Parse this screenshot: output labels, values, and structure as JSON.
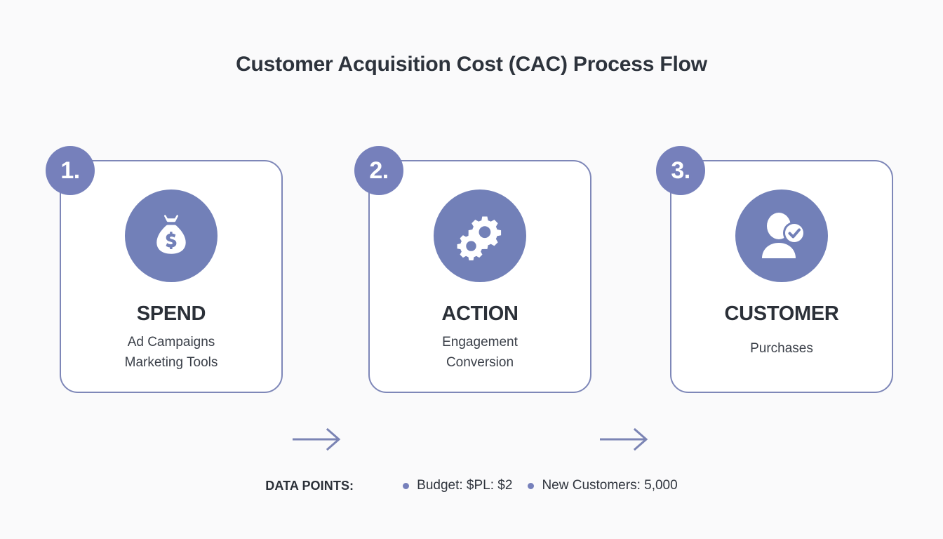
{
  "page": {
    "title": "Customer Acquisition Cost (CAC) Process Flow",
    "background_color": "#fafafb",
    "accent_color": "#7280b8",
    "badge_color": "#7680bb",
    "border_color": "#7e87b8",
    "text_color": "#2b3038"
  },
  "steps": [
    {
      "badge": "1.",
      "icon": "money-bag-icon",
      "title": "SPEND",
      "sub_line1": "Ad Campaigns",
      "sub_line2": "Marketing Tools"
    },
    {
      "badge": "2.",
      "icon": "gears-icon",
      "title": "ACTION",
      "sub_line1": "Engagement",
      "sub_line2": "Conversion"
    },
    {
      "badge": "3.",
      "icon": "user-check-icon",
      "title": "CUSTOMER",
      "sub_line1": "Purchases",
      "sub_line2": ""
    }
  ],
  "connectors": [
    {
      "icon": "arrow-right-icon",
      "from": "SPEND",
      "to": "ACTION"
    },
    {
      "icon": "arrow-right-icon",
      "from": "ACTION",
      "to": "CUSTOMER"
    }
  ],
  "footer": {
    "label": "DATA POINTS:",
    "items": [
      {
        "text": "Budget: $PL: $2"
      },
      {
        "text": "New Customers: 5,000"
      }
    ]
  }
}
